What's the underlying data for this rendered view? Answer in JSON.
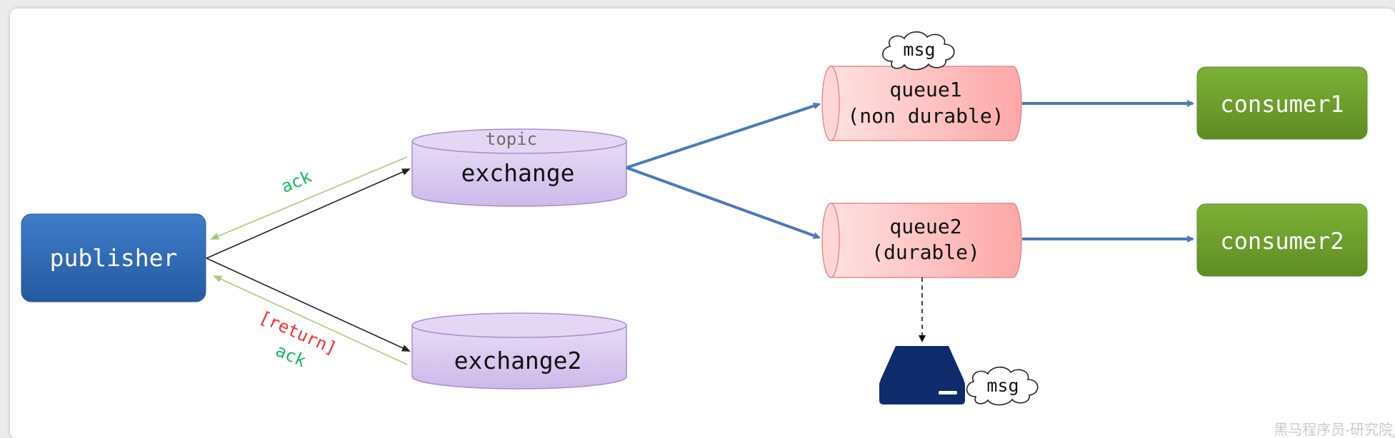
{
  "nodes": {
    "publisher": "publisher",
    "exchange_type": "topic",
    "exchange": "exchange",
    "exchange2": "exchange2",
    "queue1_line1": "queue1",
    "queue1_line2": "(non durable)",
    "queue2_line1": "queue2",
    "queue2_line2": "(durable)",
    "consumer1": "consumer1",
    "consumer2": "consumer2",
    "cloud_queue": "msg",
    "cloud_disk": "msg"
  },
  "edges": {
    "ack_top": "ack",
    "return_label": "[return]",
    "ack_bottom": "ack"
  },
  "watermark": "黑马程序员-研究院",
  "colors": {
    "publisher": "#2e6db5",
    "exchange": "#d9cbee",
    "queue": "#fbb7b7",
    "consumer": "#6f9e2c",
    "disk": "#0e2c6c",
    "main_arrow": "#4a7ab7",
    "ack_line": "#a9c97a",
    "ack_text": "#19b85b",
    "return_text": "#ff2a2a"
  }
}
